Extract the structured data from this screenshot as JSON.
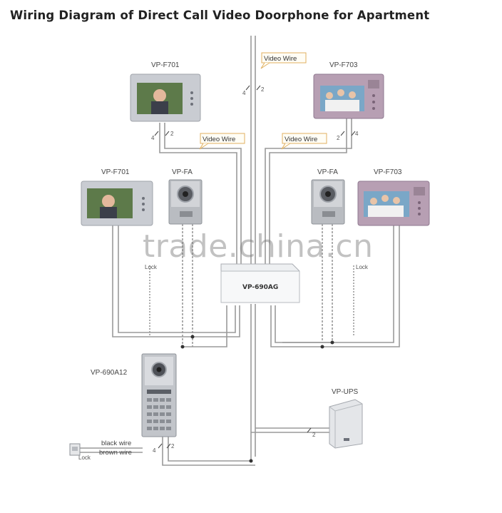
{
  "diagram": {
    "title": "Wiring Diagram of Direct Call Video Doorphone for Apartment",
    "watermark": "trade.china.cn",
    "labels": {
      "monitor_top_left": "VP-F701",
      "monitor_top_right": "VP-F703",
      "monitor_mid_left": "VP-F701",
      "monitor_mid_right": "VP-F703",
      "door_left": "VP-FA",
      "door_right": "VP-FA",
      "distributor": "VP-690AG",
      "panel": "VP-690A12",
      "ups": "VP-UPS",
      "video_wire_top": "Video Wire",
      "video_wire_left": "Video Wire",
      "video_wire_right": "Video Wire",
      "lock_left": "Lock",
      "lock_right": "Lock",
      "lock_bottom": "Lock",
      "black_wire": "black wire",
      "brown_wire": "brown wire",
      "wire_4": "4",
      "wire_2": "2"
    },
    "colors": {
      "wire": "#9a9a9a",
      "tag_border": "#e0b060",
      "monitor_silver": "#c9ccd2",
      "monitor_purple": "#b79fb3"
    }
  }
}
